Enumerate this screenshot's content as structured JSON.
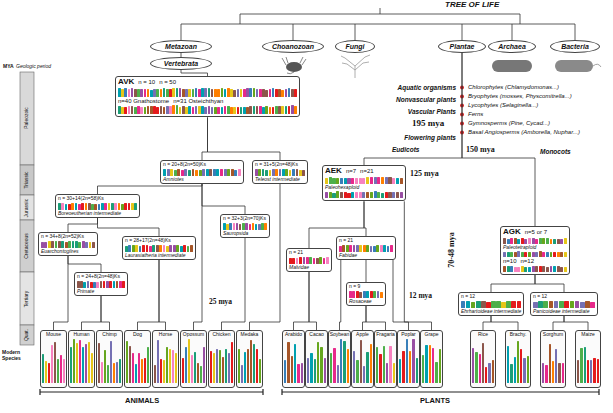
{
  "diagram": {
    "nodes": [
      {
        "text": [
          "Metazoan"
        ]
      },
      {
        "text": [
          "Vertebrata"
        ]
      },
      {
        "text": [
          "Choanozoan"
        ]
      },
      {
        "text": [
          "Fungi"
        ]
      },
      {
        "text": [
          "Plantae"
        ]
      },
      {
        "text": [
          "Archaea"
        ]
      },
      {
        "text": [
          "Bacteria"
        ]
      },
      {
        "text": [
          "AVK",
          "n = 10",
          "n = 50",
          "n=40 Gnathostome",
          "n=31 Osteichthyan"
        ]
      },
      {
        "text": [
          "n = 20+8(2n=50)Ks",
          "Amniotes"
        ]
      },
      {
        "text": [
          "n = 31+5(2n=48)Ks",
          "Teleost intermediate"
        ]
      },
      {
        "text": [
          "n = 30+14(2n=58)Ks",
          "Boreoeutherian intermediate"
        ]
      },
      {
        "text": [
          "n = 32+3(2n=70)Ks",
          "Sauropsida"
        ]
      },
      {
        "text": [
          "n = 34+8(2n=52)Ks",
          "Euarchontoglires"
        ]
      },
      {
        "text": [
          "n = 28+17(2n=48)Ks",
          "Laurasiatheria intermediate"
        ]
      },
      {
        "text": [
          "n = 24+8(2n=48)Ks",
          "Primate"
        ]
      },
      {
        "text": [
          "Mouse"
        ]
      },
      {
        "text": [
          "Human"
        ]
      },
      {
        "text": [
          "Chimp"
        ]
      },
      {
        "text": [
          "Dog"
        ]
      },
      {
        "text": [
          "Horse"
        ]
      },
      {
        "text": [
          "Opossum"
        ]
      },
      {
        "text": [
          "Chicken"
        ]
      },
      {
        "text": [
          "Medaka"
        ]
      },
      {
        "text": [
          "AEK",
          "n=7",
          "n=21",
          "Paleohexaploid"
        ]
      },
      {
        "text": [
          "n = 21",
          "Malvidae"
        ]
      },
      {
        "text": [
          "n = 21",
          "Fabidae"
        ]
      },
      {
        "text": [
          "n = 9",
          "Rosaceae"
        ]
      },
      {
        "text": [
          "AGK",
          "n=5 or 7",
          "Paleotetraploid",
          "n=10",
          "n=12"
        ]
      },
      {
        "text": [
          "n = 12",
          "Ehrhartoideae intermediate"
        ]
      },
      {
        "text": [
          "n = 12",
          "Panicoideae intermediate"
        ]
      },
      {
        "text": [
          "Arabido"
        ]
      },
      {
        "text": [
          "Cacao"
        ]
      },
      {
        "text": [
          "Soybean"
        ]
      },
      {
        "text": [
          "Apple"
        ]
      },
      {
        "text": [
          "Fragaria"
        ]
      },
      {
        "text": [
          "Poplar"
        ]
      },
      {
        "text": [
          "Grape"
        ]
      },
      {
        "text": [
          "Rice"
        ]
      },
      {
        "text": [
          "Brachy."
        ]
      },
      {
        "text": [
          "Sorghum"
        ]
      },
      {
        "text": [
          "Maize"
        ]
      }
    ],
    "edges": [
      {
        "from": 0,
        "to": 1,
        "arrow": "none"
      },
      {
        "from": 1,
        "to": 7,
        "arrow": "none"
      },
      {
        "from": 7,
        "to": 8,
        "arrow": "none"
      },
      {
        "from": 7,
        "to": 9,
        "arrow": "none"
      },
      {
        "from": 8,
        "to": 10,
        "arrow": "none"
      },
      {
        "from": 8,
        "to": 11,
        "arrow": "none"
      },
      {
        "from": 8,
        "to": 20,
        "arrow": "none"
      },
      {
        "from": 10,
        "to": 12,
        "arrow": "none"
      },
      {
        "from": 10,
        "to": 13,
        "arrow": "none"
      },
      {
        "from": 12,
        "to": 15,
        "arrow": "none"
      },
      {
        "from": 12,
        "to": 14,
        "arrow": "none"
      },
      {
        "from": 14,
        "to": 16,
        "arrow": "none"
      },
      {
        "from": 14,
        "to": 17,
        "arrow": "none"
      },
      {
        "from": 13,
        "to": 18,
        "arrow": "none"
      },
      {
        "from": 13,
        "to": 19,
        "arrow": "none"
      },
      {
        "from": 11,
        "to": 21,
        "arrow": "none"
      },
      {
        "from": 9,
        "to": 22,
        "arrow": "none"
      },
      {
        "from": 4,
        "to": 23,
        "arrow": "none"
      },
      {
        "from": 4,
        "to": 27,
        "arrow": "none"
      },
      {
        "from": 23,
        "to": 24,
        "arrow": "none"
      },
      {
        "from": 23,
        "to": 25,
        "arrow": "none"
      },
      {
        "from": 23,
        "to": 36,
        "arrow": "none"
      },
      {
        "from": 24,
        "to": 30,
        "arrow": "none"
      },
      {
        "from": 24,
        "to": 31,
        "arrow": "none"
      },
      {
        "from": 25,
        "to": 32,
        "arrow": "none"
      },
      {
        "from": 25,
        "to": 26,
        "arrow": "none"
      },
      {
        "from": 25,
        "to": 35,
        "arrow": "none"
      },
      {
        "from": 26,
        "to": 33,
        "arrow": "none"
      },
      {
        "from": 26,
        "to": 34,
        "arrow": "none"
      },
      {
        "from": 27,
        "to": 28,
        "arrow": "none"
      },
      {
        "from": 27,
        "to": 29,
        "arrow": "none"
      },
      {
        "from": 28,
        "to": 37,
        "arrow": "none"
      },
      {
        "from": 28,
        "to": 38,
        "arrow": "none"
      },
      {
        "from": 29,
        "to": 39,
        "arrow": "none"
      },
      {
        "from": 29,
        "to": 40,
        "arrow": "none"
      }
    ],
    "labels": [
      "TREE OF LIFE",
      "MYA",
      "Geologic period",
      "Paleozoic",
      "Triassic",
      "Jurassic",
      "Cretaceous",
      "Tertiary",
      "Quat.",
      "Modern Species",
      "Aquatic organisms",
      "Nonvascular plants",
      "Vascular Plants",
      "Chlorophytes (Chlamydomonas...)",
      "Bryophytes (mosses, Physcomitrella...)",
      "Lycophytes (Selaginella...)",
      "Ferns",
      "Gymnosperms (Pine, Cycad...)",
      "Basal Angiosperms (Amborella, Nuphar...)",
      "195 mya",
      "Flowering plants",
      "Eudicots",
      "Monocots",
      "150 mya",
      "125 mya",
      "70-48 mya",
      "25 mya",
      "12 mya",
      "ANIMALS",
      "PLANTS"
    ]
  }
}
